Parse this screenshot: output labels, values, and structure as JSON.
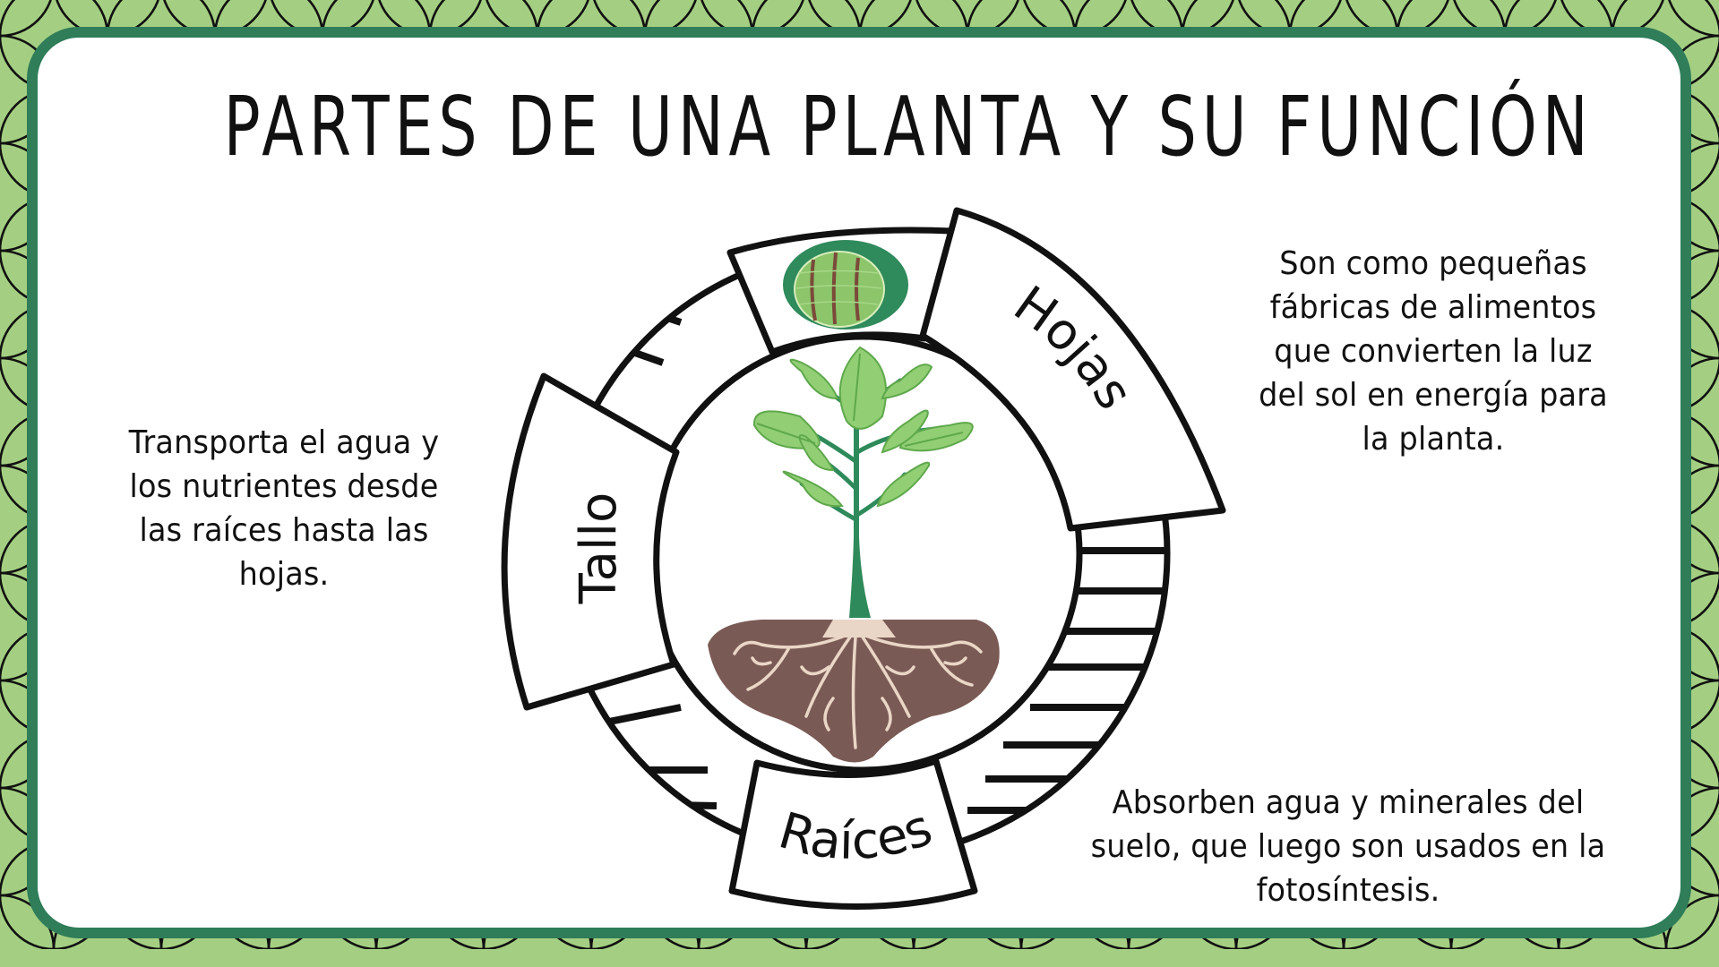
{
  "title": "PARTES DE UNA PLANTA Y SU FUNCIÓN",
  "colors": {
    "background": "#a4cf82",
    "pattern_lines": "#111111",
    "card_border": "#2f7d59",
    "card_fill": "#ffffff",
    "stem": "#2e8a5a",
    "leaf": "#92cf74",
    "leaf_vein": "#5fa84c",
    "soil": "#7a5a55",
    "roots": "#ead6c6",
    "emblem_outer": "#2f8a5c",
    "emblem_inner": "#8cc56a",
    "emblem_vessels": "#7b4a3a"
  },
  "wheel": {
    "banners": [
      {
        "id": "tallo",
        "label": "Tallo"
      },
      {
        "id": "hojas",
        "label": "Hojas"
      },
      {
        "id": "raices",
        "label": "Raíces"
      }
    ],
    "top_emblem": "stem-cross-section-icon",
    "center_image": "plant-with-roots-illustration"
  },
  "descriptions": {
    "tallo": {
      "lines": [
        "Transporta el agua y",
        "los nutrientes desde",
        "las raíces hasta las",
        "hojas."
      ]
    },
    "hojas": {
      "lines": [
        "Son como pequeñas",
        "fábricas de alimentos",
        "que convierten la luz",
        "del sol en energía para",
        "la planta."
      ]
    },
    "raices": {
      "lines": [
        "Absorben agua y minerales del",
        "suelo, que luego son usados en la",
        "fotosíntesis."
      ]
    }
  }
}
